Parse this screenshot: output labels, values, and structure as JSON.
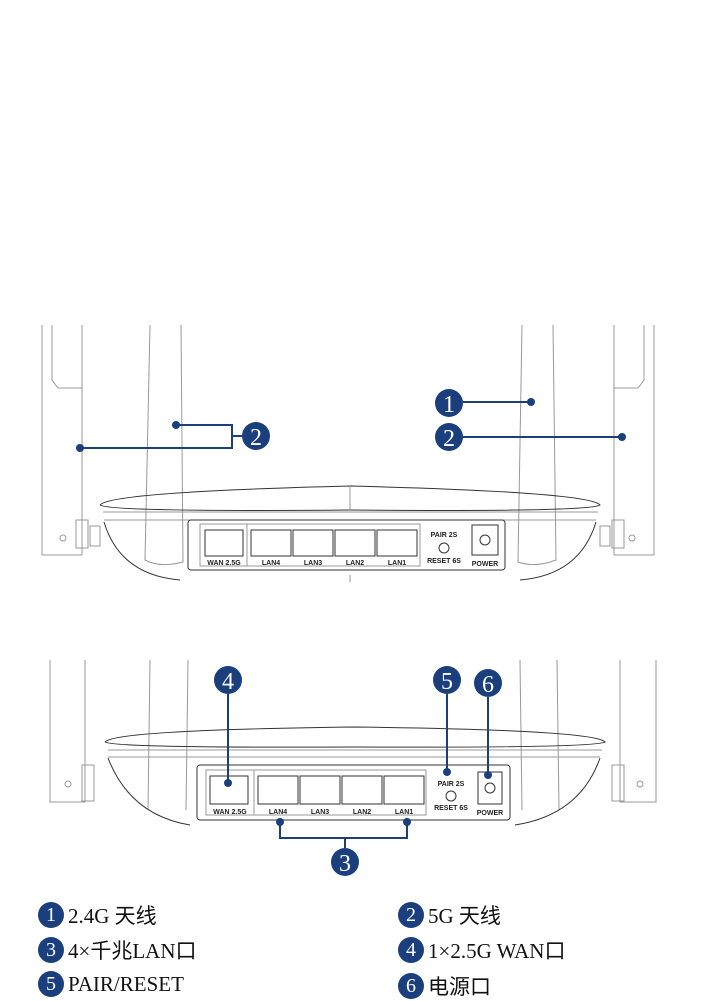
{
  "accent_color": "#1b3f7c",
  "callouts": {
    "c1": "1",
    "c2": "2",
    "c3": "3",
    "c4": "4",
    "c5": "5",
    "c6": "6"
  },
  "ports": {
    "wan": "WAN  2.5G",
    "lan4": "LAN4",
    "lan3": "LAN3",
    "lan2": "LAN2",
    "lan1": "LAN1",
    "pair": "PAIR  2S",
    "reset": "RESET  6S",
    "power": "POWER"
  },
  "legend": [
    {
      "num": "1",
      "text": "2.4G 天线"
    },
    {
      "num": "2",
      "text": "5G 天线"
    },
    {
      "num": "3",
      "text": "4×千兆LAN口"
    },
    {
      "num": "4",
      "text": "1×2.5G WAN口"
    },
    {
      "num": "5",
      "text": "PAIR/RESET"
    },
    {
      "num": "6",
      "text": "电源口"
    }
  ]
}
